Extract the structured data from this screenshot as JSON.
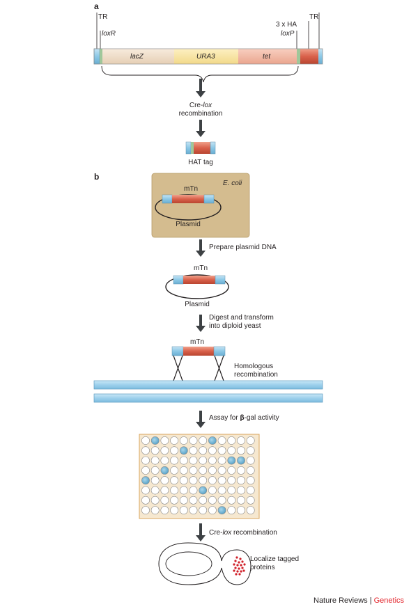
{
  "panel_a": {
    "panel_label": "a",
    "tr_left": "TR",
    "loxr": "loxR",
    "tag_3xha": "3 x HA",
    "loxp": "loxP",
    "tr_right": "TR",
    "segments": [
      "lacZ",
      "URA3",
      "tet"
    ],
    "step1_line1_prefix": "Cre-",
    "step1_line1_italic": "lox",
    "step1_line2": "recombination",
    "hat_tag": "HAT tag"
  },
  "panel_b": {
    "panel_label": "b",
    "mtn": "mTn",
    "ecoli": "E. coli",
    "plasmid": "Plasmid",
    "step_prepare": "Prepare plasmid DNA",
    "step_digest_line1": "Digest and transform",
    "step_digest_line2": "into diploid yeast",
    "homologous_line1": "Homologous",
    "homologous_line2": "recombination",
    "assay_prefix": "Assay for ",
    "assay_beta": "β",
    "assay_suffix": "-gal activity",
    "cre_prefix": "Cre-",
    "cre_italic": "lox",
    "cre_suffix": " recombination",
    "localize_line1": "Localize tagged",
    "localize_line2": "proteins",
    "plate": {
      "rows": 8,
      "cols": 12,
      "positive_wells": [
        [
          0,
          1
        ],
        [
          0,
          7
        ],
        [
          1,
          4
        ],
        [
          2,
          9
        ],
        [
          2,
          10
        ],
        [
          3,
          2
        ],
        [
          4,
          0
        ],
        [
          5,
          6
        ],
        [
          7,
          8
        ]
      ]
    }
  },
  "footer": {
    "publisher": "Nature Reviews",
    "separator": " | ",
    "journal": "Genetics"
  },
  "colors": {
    "tr_blue": "#7fbfe0",
    "lox_green": "#9fc79a",
    "lacz": "#efdcc7",
    "ura3": "#f8e4a0",
    "tet": "#f2b7a2",
    "ha_red": "#d9614b",
    "ecoli_box": "#d4bc8f",
    "arrow": "#3d4144",
    "chromosome": "#9dd0ec",
    "plate_bg": "#f6e8d0",
    "plate_border": "#d9a65e",
    "positive_well": "#6fb5d6",
    "journal_red": "#e3242b"
  }
}
